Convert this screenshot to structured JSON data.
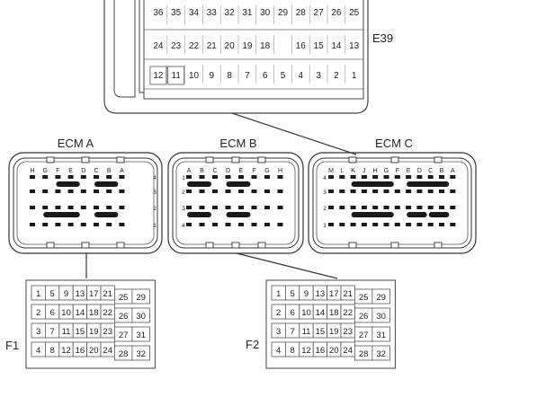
{
  "e39": {
    "label": "E39",
    "rows": [
      [
        "36",
        "35",
        "34",
        "33",
        "32",
        "31",
        "30",
        "29",
        "28",
        "27",
        "26",
        "25"
      ],
      [
        "24",
        "23",
        "22",
        "21",
        "20",
        "19",
        "18",
        "",
        "16",
        "15",
        "14",
        "13"
      ],
      [
        "12",
        "11",
        "10",
        "9",
        "8",
        "7",
        "6",
        "5",
        "4",
        "3",
        "2",
        "1"
      ]
    ]
  },
  "ecm": [
    {
      "label": "ECM A",
      "letters": [
        "H",
        "G",
        "F",
        "E",
        "D",
        "C",
        "B",
        "A"
      ],
      "row_numbers": [
        "4",
        "3",
        "2",
        "1"
      ],
      "row_numbers_side": "right"
    },
    {
      "label": "ECM B",
      "letters": [
        "A",
        "B",
        "C",
        "D",
        "E",
        "F",
        "G",
        "H"
      ],
      "row_numbers": [
        "1",
        "2",
        "3",
        "4"
      ],
      "row_numbers_side": "left"
    },
    {
      "label": "ECM C",
      "letters": [
        "M",
        "L",
        "K",
        "J",
        "H",
        "G",
        "F",
        "E",
        "D",
        "C",
        "B",
        "A"
      ],
      "row_numbers": [
        "4",
        "3",
        "2",
        "1"
      ],
      "row_numbers_side": "left"
    }
  ],
  "f1": {
    "label": "F1",
    "rows": [
      [
        "1",
        "5",
        "9",
        "13",
        "17",
        "21",
        "25",
        "29"
      ],
      [
        "2",
        "6",
        "10",
        "14",
        "18",
        "22",
        "26",
        "30"
      ],
      [
        "3",
        "7",
        "11",
        "15",
        "19",
        "23",
        "27",
        "31"
      ],
      [
        "4",
        "8",
        "12",
        "16",
        "20",
        "24",
        "28",
        "32"
      ]
    ]
  },
  "f2": {
    "label": "F2",
    "rows": [
      [
        "1",
        "5",
        "9",
        "13",
        "17",
        "21",
        "25",
        "29"
      ],
      [
        "2",
        "6",
        "10",
        "14",
        "18",
        "22",
        "26",
        "30"
      ],
      [
        "3",
        "7",
        "11",
        "15",
        "19",
        "23",
        "27",
        "31"
      ],
      [
        "4",
        "8",
        "12",
        "16",
        "20",
        "24",
        "28",
        "32"
      ]
    ]
  },
  "colors": {
    "line": "#333333",
    "pin": "#1a1a1a",
    "grid": "#555555"
  }
}
